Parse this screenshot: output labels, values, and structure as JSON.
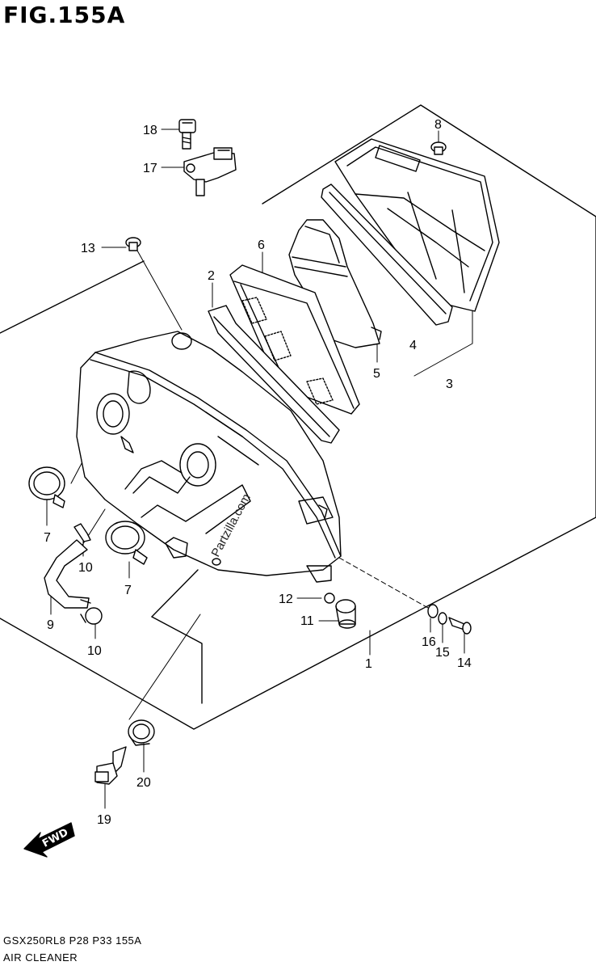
{
  "figure": {
    "title": "FIG.155A"
  },
  "footer": {
    "model_code": "GSX250RL8  P28  P33  155A",
    "section_name": "AIR CLEANER"
  },
  "watermark": "Partzilla.com",
  "fwd_label": "FWD",
  "callouts": [
    {
      "id": "c1",
      "label": "1"
    },
    {
      "id": "c2",
      "label": "2"
    },
    {
      "id": "c3",
      "label": "3"
    },
    {
      "id": "c4",
      "label": "4"
    },
    {
      "id": "c5",
      "label": "5"
    },
    {
      "id": "c6",
      "label": "6"
    },
    {
      "id": "c7a",
      "label": "7"
    },
    {
      "id": "c7b",
      "label": "7"
    },
    {
      "id": "c8",
      "label": "8"
    },
    {
      "id": "c9",
      "label": "9"
    },
    {
      "id": "c10a",
      "label": "10"
    },
    {
      "id": "c10b",
      "label": "10"
    },
    {
      "id": "c11",
      "label": "11"
    },
    {
      "id": "c12",
      "label": "12"
    },
    {
      "id": "c13",
      "label": "13"
    },
    {
      "id": "c14",
      "label": "14"
    },
    {
      "id": "c15",
      "label": "15"
    },
    {
      "id": "c16",
      "label": "16"
    },
    {
      "id": "c17",
      "label": "17"
    },
    {
      "id": "c18",
      "label": "18"
    },
    {
      "id": "c19",
      "label": "19"
    },
    {
      "id": "c20",
      "label": "20"
    }
  ]
}
